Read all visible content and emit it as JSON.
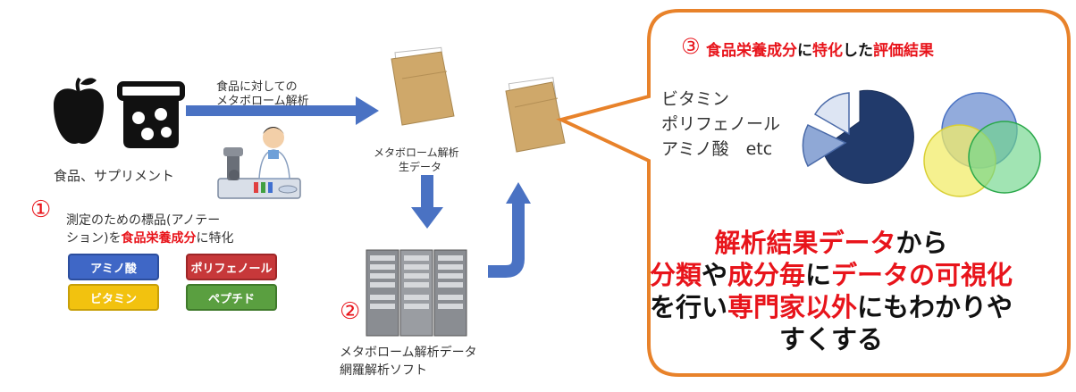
{
  "colors": {
    "accent_red": "#e8141b",
    "arrow_blue": "#4a72c3",
    "bubble_orange": "#e8822a",
    "folder_tan": "#cfa86a"
  },
  "source": {
    "items_label": "食品、サプリメント",
    "arrow_label_line1": "食品に対しての",
    "arrow_label_line2": "メタボローム解析"
  },
  "raw_data": {
    "label_line1": "メタボローム解析",
    "label_line2": "生データ"
  },
  "step1": {
    "number": "①",
    "text_line1": "測定のための標品(アノテー",
    "text_line2_prefix": "ション)を",
    "text_line2_highlight": "食品栄養成分",
    "text_line2_suffix": "に特化",
    "tags": [
      {
        "label": "アミノ酸",
        "bg": "#3f67c6",
        "fg": "#ffffff",
        "border": "#2c4e9e"
      },
      {
        "label": "ポリフェノール",
        "bg": "#c7383a",
        "fg": "#ffffff",
        "border": "#9e2628"
      },
      {
        "label": "ビタミン",
        "bg": "#f2c20f",
        "fg": "#ffffff",
        "border": "#c79f08"
      },
      {
        "label": "ペプチド",
        "bg": "#5a9f40",
        "fg": "#ffffff",
        "border": "#3f7a2b"
      }
    ]
  },
  "step2": {
    "number": "②",
    "label_line1": "メタボローム解析データ",
    "label_line2": "網羅解析ソフト"
  },
  "step3": {
    "number": "③",
    "title_part1": "食品栄養成分",
    "title_part2": "に",
    "title_part3": "特化",
    "title_part4": "した",
    "title_part5": "評価結果",
    "components": [
      "ビタミン",
      "ポリフェノール",
      "アミノ酸　etc"
    ],
    "summary": {
      "l1_a": "解析結果データ",
      "l1_b": "から",
      "l2_a": "分類",
      "l2_b": "や",
      "l2_c": "成分毎",
      "l2_d": "に",
      "l2_e": "データの可視化",
      "l3_a": "を行い",
      "l3_b": "専門家以外",
      "l3_c": "にもわかりや",
      "l4_a": "すくする"
    }
  }
}
